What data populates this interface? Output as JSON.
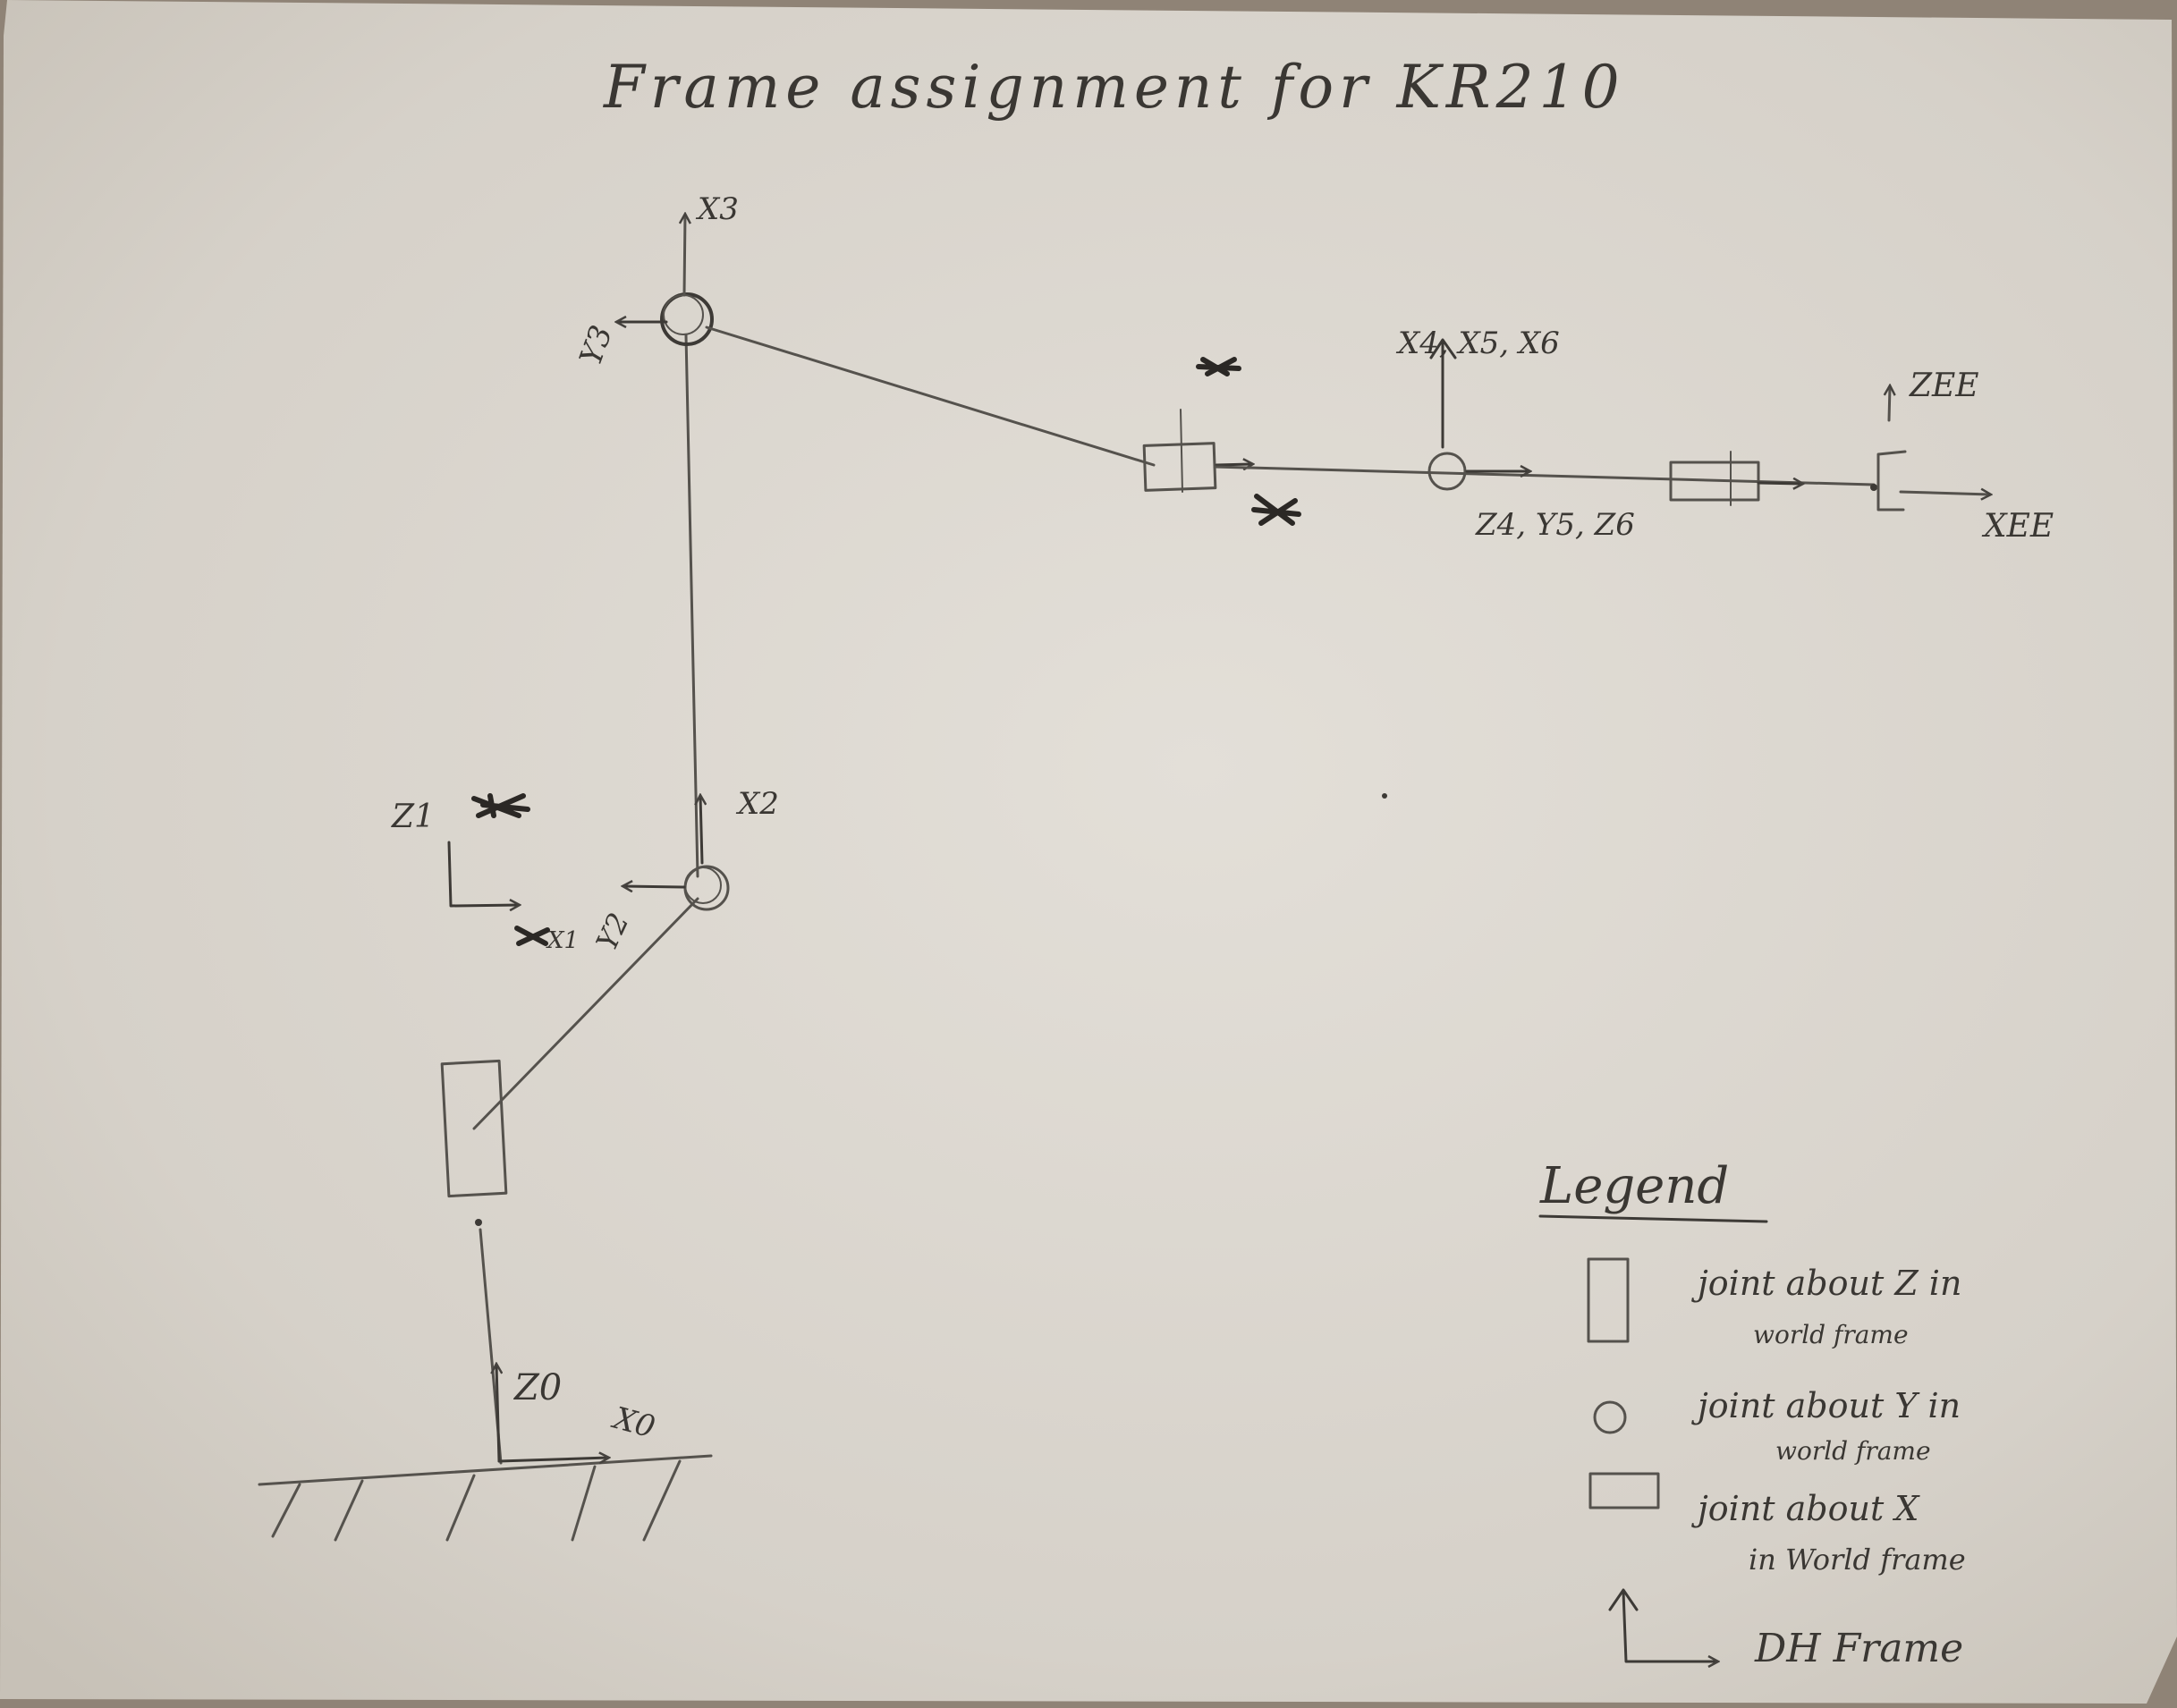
{
  "title": "Frame assignment for KR210",
  "frames": {
    "x3": "X3",
    "y3": "Y3",
    "x2": "X2",
    "y2": "Y2",
    "z1": "Z1",
    "x1": "X1",
    "z0": "Z0",
    "x0": "X0",
    "x456": "X4, X5, X6",
    "z4y5z6": "Z4, Y5, Z6",
    "zee": "ZEE",
    "xee": "XEE"
  },
  "legend": {
    "heading": "Legend",
    "items": [
      {
        "symbol": "tall-rectangle-icon",
        "text_line1": "joint about Z in",
        "text_line2": "world frame"
      },
      {
        "symbol": "circle-icon",
        "text_line1": "joint about Y in",
        "text_line2": "world frame"
      },
      {
        "symbol": "wide-rectangle-icon",
        "text_line1": "joint about X",
        "text_line2": "in World frame"
      },
      {
        "symbol": "dh-frame-icon",
        "text_line1": "DH Frame",
        "text_line2": ""
      }
    ]
  },
  "colors": {
    "paper": "#d9d4cc",
    "pencil": "#55524d",
    "background": "#8f8376"
  }
}
